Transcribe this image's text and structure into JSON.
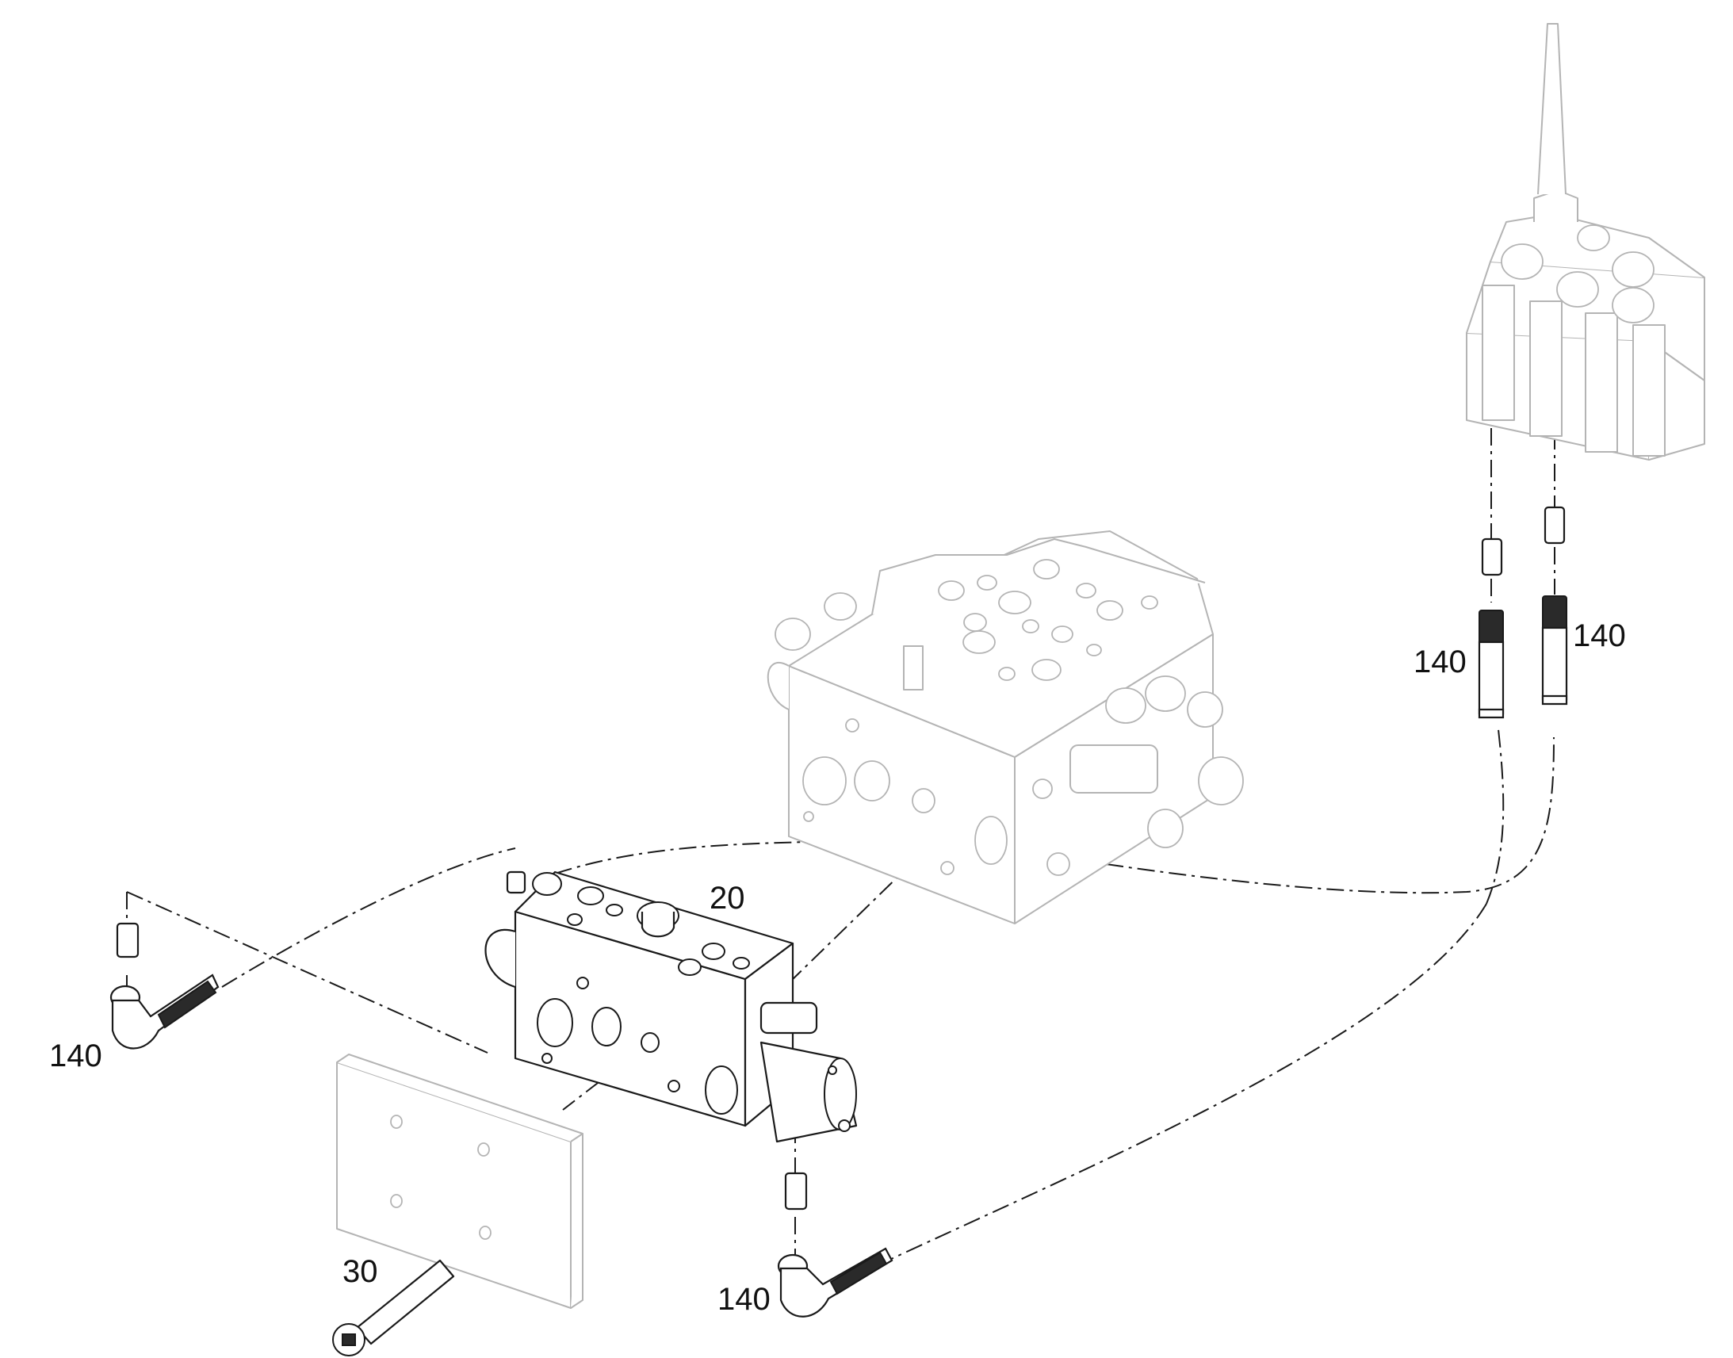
{
  "callouts": {
    "valve_section": "20",
    "cap_screw": "30",
    "hose_left": "140",
    "hose_bottom": "140",
    "hose_right_a": "140",
    "hose_right_b": "140"
  },
  "colors": {
    "line": "#1a1a1a",
    "faded_line": "#b4b4b4",
    "background": "#ffffff"
  }
}
